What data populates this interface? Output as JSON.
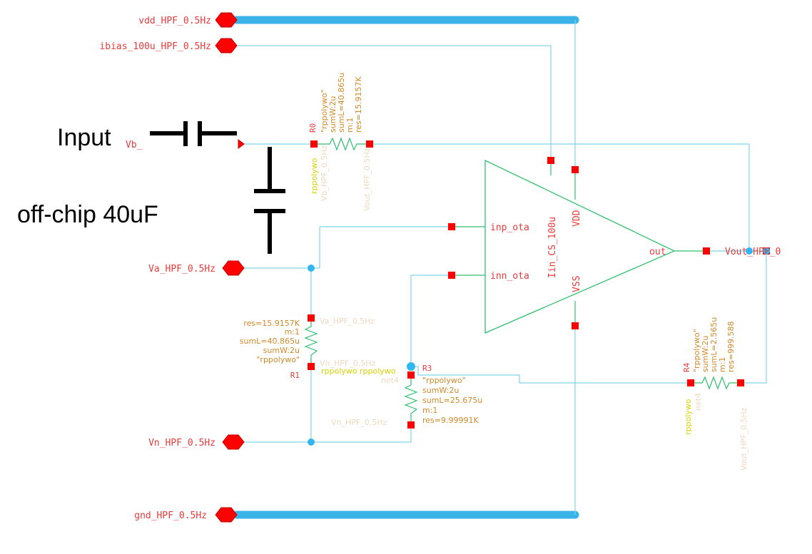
{
  "ports": {
    "vdd": "vdd_HPF_0.5Hz",
    "ibias": "ibias_100u_HPF_0.5Hz",
    "vb": "Vb_",
    "va": "Va_HPF_0.5Hz",
    "vn": "Vn_HPF_0.5Hz",
    "gnd": "gnd_HPF_0.5Hz",
    "vout": "Vout_HPF_0"
  },
  "annotations": {
    "input": "Input",
    "offchip": "off-chip 40uF"
  },
  "opamp": {
    "inp": "inp_ota",
    "inn": "inn_ota",
    "out": "out",
    "vdd": "VDD",
    "vss": "VSS",
    "bias": "Iin_CS_100u"
  },
  "r0": {
    "name": "R0",
    "model": "\"rppolywo\"",
    "w": "sumW:2u",
    "l": "sumL=40.865u",
    "m": "m:1",
    "res": "res=15.9157K",
    "pin_model": "rppolywo",
    "net_a": "Vb_HPF_0.5Hz",
    "net_b": "Vout_HPF_0.5Hz"
  },
  "r1": {
    "name": "R1",
    "res": "res=15.9157K",
    "m": "m:1",
    "l": "sumL=40.865u",
    "w": "sumW:2u",
    "model": "\"rppolywo\"",
    "net_a": "Va_HPF_0.5Hz",
    "net_b": "Vn_HPF_0.5Hz"
  },
  "r3": {
    "name": "R3",
    "model": "\"rppolywo\"",
    "w": "sumW:2u",
    "l": "sumL=25.675u",
    "m": "m:1",
    "res": "res=9.99991K",
    "pin_models": "rppolywo rppolywo",
    "net_a": "net4",
    "net_b": "Vn_HPF_0.5Hz"
  },
  "r4": {
    "name": "R4",
    "model": "\"rppolywo\"",
    "w": "sumW:2u",
    "l": "sumL=2.565u",
    "m": "m:1",
    "res": "res=999.588",
    "pin_model": "rppolywo",
    "net_a": "net4",
    "net_b": "Vout_HPF_0.5Hz"
  },
  "colors": {
    "wire": "#7fd4e8",
    "bus": "#3bb3e8",
    "component": "#2fbf6f",
    "pin": "#ff0000",
    "label": "#e83b3b",
    "property": "#d08a2a"
  }
}
